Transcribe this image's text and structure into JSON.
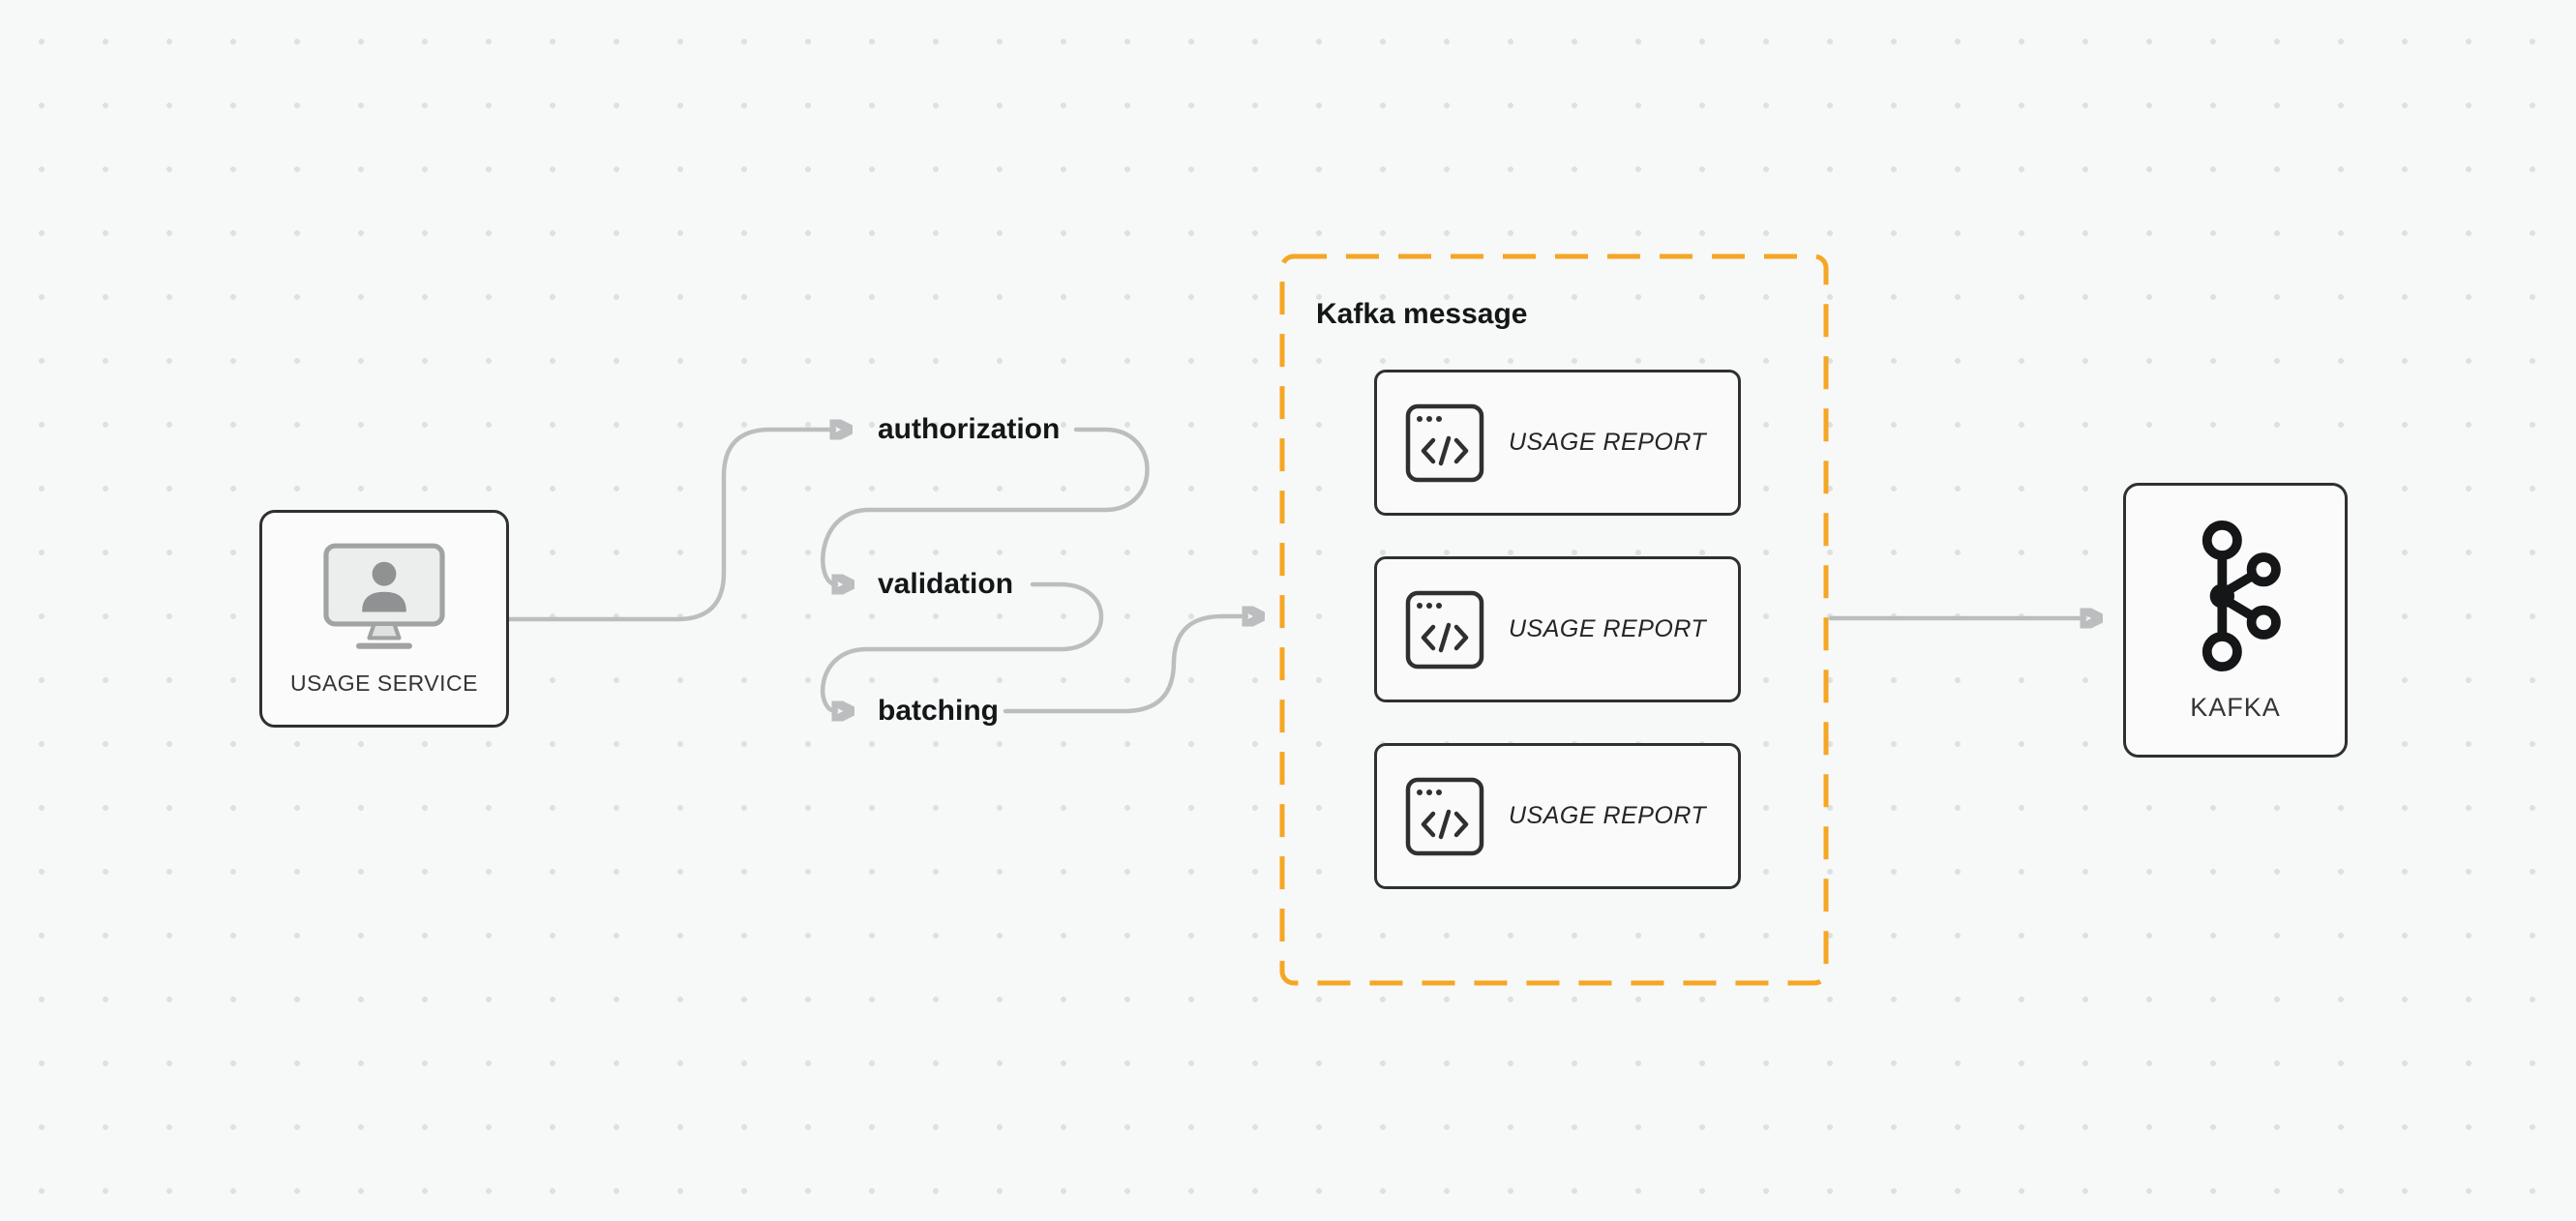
{
  "diagram": {
    "usage_service": {
      "label": "USAGE SERVICE"
    },
    "pipeline_steps": [
      {
        "label": "authorization"
      },
      {
        "label": "validation"
      },
      {
        "label": "batching"
      }
    ],
    "kafka_message_group": {
      "title": "Kafka message",
      "reports": [
        {
          "label": "USAGE REPORT"
        },
        {
          "label": "USAGE REPORT"
        },
        {
          "label": "USAGE REPORT"
        }
      ]
    },
    "kafka": {
      "label": "KAFKA"
    }
  },
  "icons": {
    "usage_service": "monitor-user-icon",
    "report": "code-window-icon",
    "kafka": "kafka-logo-icon",
    "arrowhead": "right-triangle"
  },
  "colors": {
    "background": "#f7f8f8",
    "grid_dot": "#dfe0e1",
    "arrow": "#bcbdbe",
    "arrowhead": "#a9abac",
    "node_border": "#2e3031",
    "node_fill": "#fbfbfb",
    "group_border": "#f5a623",
    "text": "#141617"
  }
}
